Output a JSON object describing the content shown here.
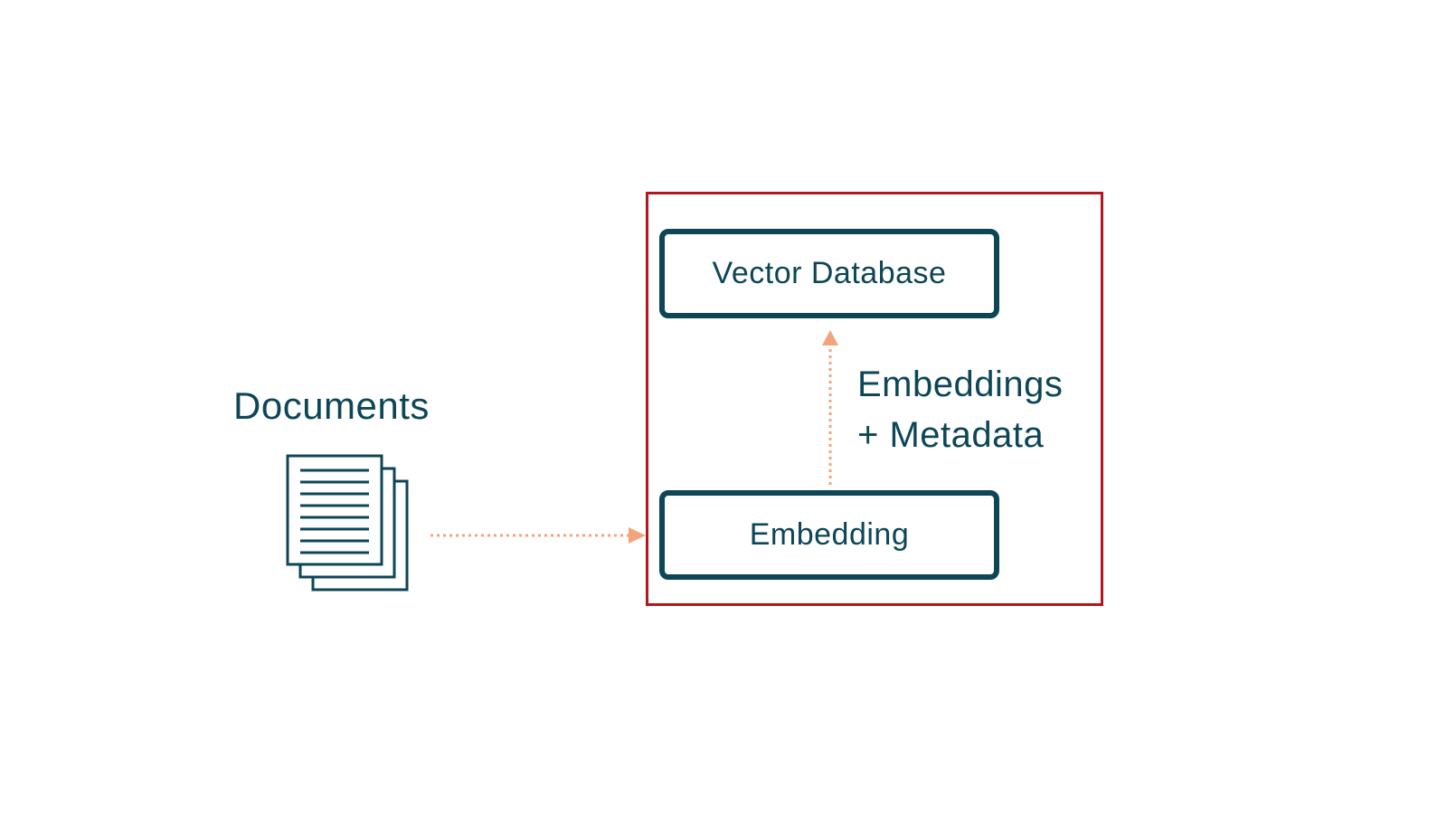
{
  "colors": {
    "primary": "#0d4657",
    "accent_arrow": "#f4a47a",
    "container_border": "#b0171e",
    "background": "#ffffff"
  },
  "diagram": {
    "documents": {
      "label": "Documents",
      "icon": "documents-stack-icon"
    },
    "nodes": {
      "vector_database": "Vector Database",
      "embedding": "Embedding"
    },
    "edge_label": {
      "line1": "Embeddings",
      "line2": "+ Metadata"
    },
    "edges": [
      {
        "from": "Documents",
        "to": "Embedding",
        "style": "dotted"
      },
      {
        "from": "Embedding",
        "to": "Vector Database",
        "style": "dotted"
      }
    ]
  }
}
